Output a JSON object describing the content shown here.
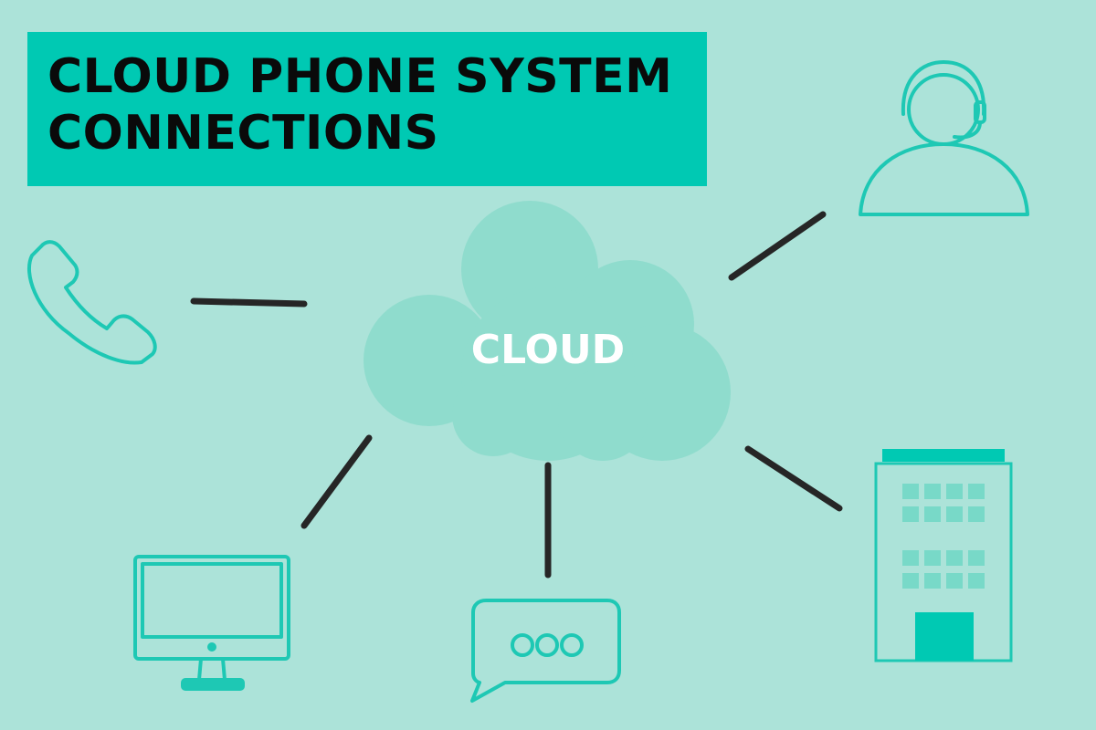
{
  "title": {
    "line1": "CLOUD PHONE SYSTEM",
    "line2": "CONNECTIONS"
  },
  "cloud": {
    "label": "CLOUD"
  },
  "nodes": [
    {
      "id": "telephone",
      "icon": "telephone-icon"
    },
    {
      "id": "agent",
      "icon": "headset-agent-icon"
    },
    {
      "id": "computer",
      "icon": "desktop-monitor-icon"
    },
    {
      "id": "chat",
      "icon": "chat-bubble-icon"
    },
    {
      "id": "office",
      "icon": "office-building-icon"
    }
  ],
  "colors": {
    "background": "#ace3d9",
    "banner": "#00c9b3",
    "cloud": "#8fdccd",
    "icon_stroke": "#1ec8b4",
    "connector": "#262626",
    "title_text": "#0a0a0a",
    "cloud_text": "#ffffff"
  }
}
